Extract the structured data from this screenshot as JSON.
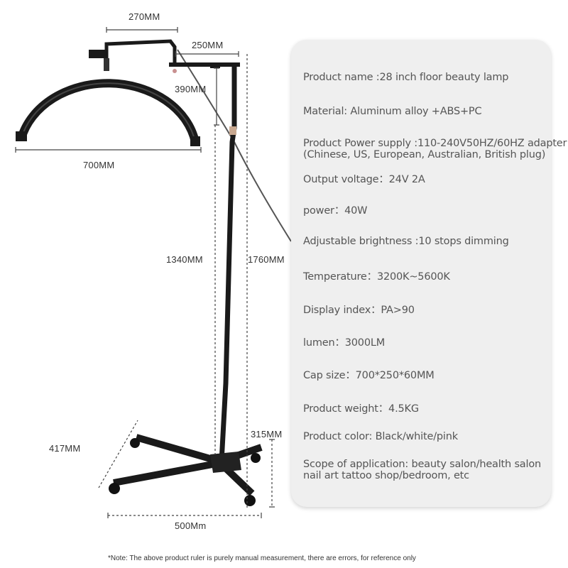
{
  "dimensions": {
    "top_bracket": "270MM",
    "arm": "250MM",
    "arc_height": "390MM",
    "lamp_width": "700MM",
    "pole_height": "1340MM",
    "total_height": "1760MM",
    "base_side": "417MM",
    "base_height": "315MM",
    "base_width": "500Mm"
  },
  "specs": [
    {
      "label": "Product name :28 inch floor beauty lamp"
    },
    {
      "label": "Material: Aluminum alloy +ABS+PC"
    },
    {
      "label": "Product Power supply :110-240V50HZ/60HZ adapter",
      "line2": " (Chinese, US, European, Australian, British plug)"
    },
    {
      "label": "Output voltage：24V  2A"
    },
    {
      "label": "power：40W"
    },
    {
      "label": "Adjustable brightness :10 stops dimming"
    },
    {
      "label": "Temperature：3200K~5600K"
    },
    {
      "label": "Display index：PA>90"
    },
    {
      "label": "lumen：3000LM"
    },
    {
      "label": "Cap size：700*250*60MM"
    },
    {
      "label": "Product weight：4.5KG"
    },
    {
      "label": "Product color: Black/white/pink"
    },
    {
      "label": "Scope of application: beauty salon/health salon",
      "line2": "nail art tattoo shop/bedroom, etc"
    }
  ],
  "note": "*Note: The above product ruler is purely manual measurement, there are errors, for reference only",
  "colors": {
    "lamp": "#1a1a1a",
    "panel": "#efefef",
    "text": "#555555"
  }
}
